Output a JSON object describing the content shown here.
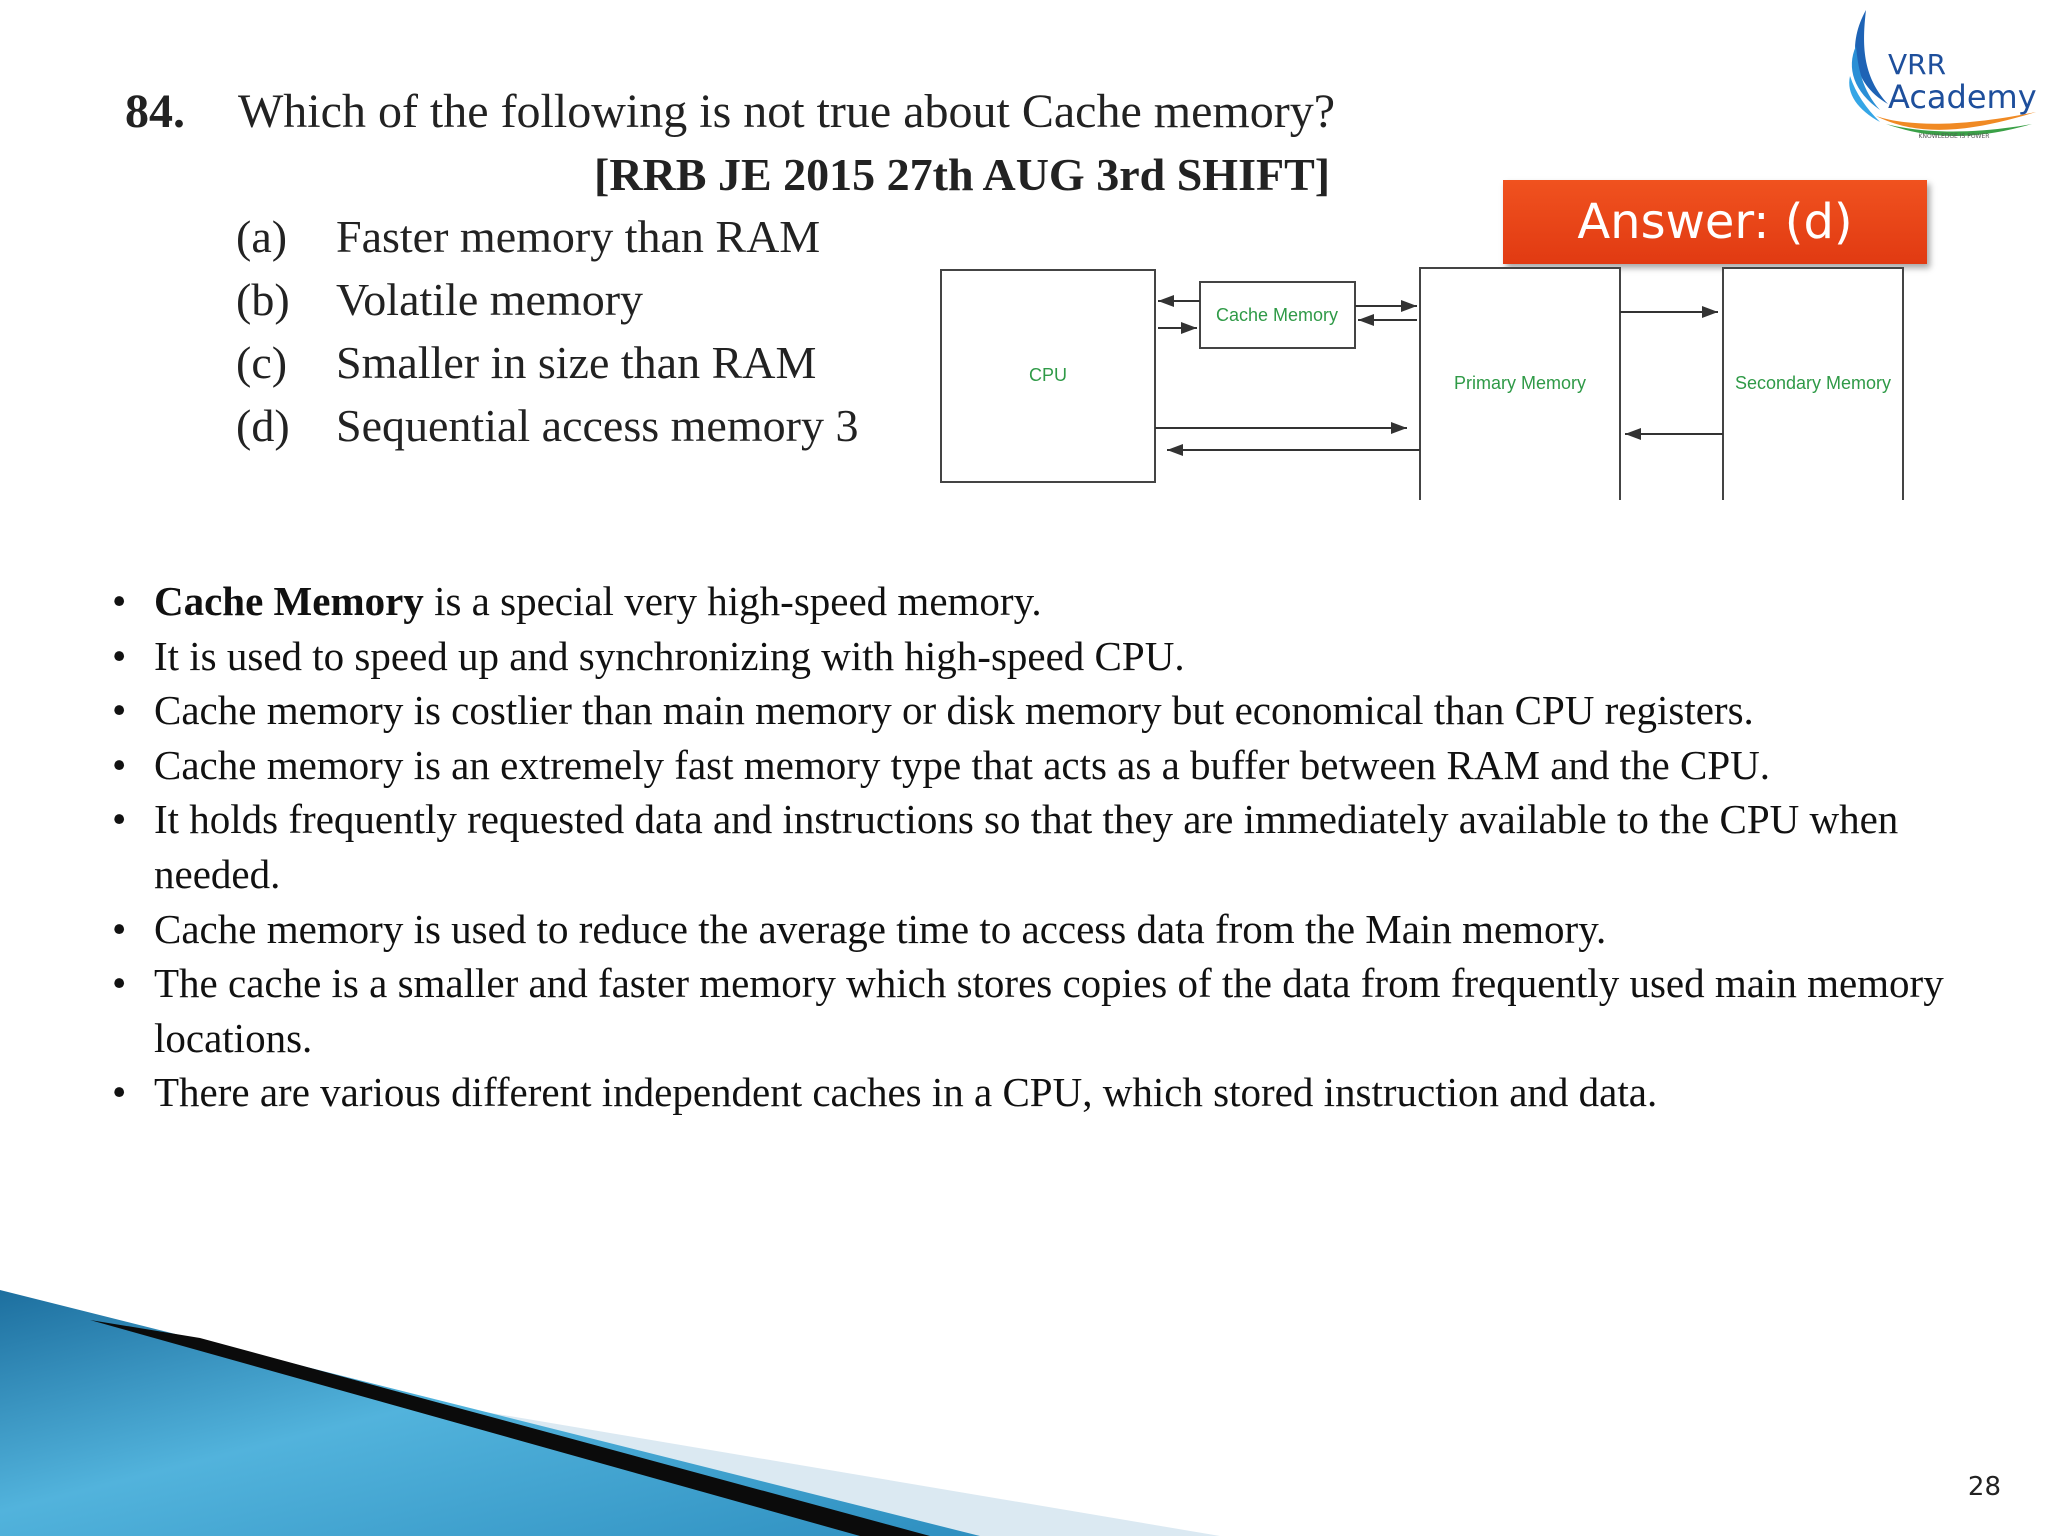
{
  "question": {
    "number": "84.",
    "text": "Which of the following is not true about Cache memory?",
    "source": "[RRB JE 2015 27th AUG 3rd SHIFT]",
    "options": [
      {
        "label": "(a)",
        "text": "Faster memory than RAM"
      },
      {
        "label": "(b)",
        "text": "Volatile memory"
      },
      {
        "label": "(c)",
        "text": "Smaller in size than RAM"
      },
      {
        "label": "(d)",
        "text": "Sequential access memory 3"
      }
    ]
  },
  "answer": "Answer: (d)",
  "diagram": {
    "cpu": "CPU",
    "cache": "Cache Memory",
    "primary": "Primary Memory",
    "secondary": "Secondary Memory"
  },
  "logo": {
    "line1": "VRR",
    "line2": "Academy",
    "tagline": "KNOWLEDGE IS POWER"
  },
  "bullets": [
    {
      "bold": "Cache Memory",
      "text": " is a special very high-speed memory."
    },
    {
      "bold": "",
      "text": "It is used to speed up and synchronizing with high-speed CPU."
    },
    {
      "bold": "",
      "text": "Cache memory is costlier than main memory or disk memory but economical than CPU registers."
    },
    {
      "bold": "",
      "text": "Cache memory is an extremely fast memory type that acts as a buffer between RAM and the CPU."
    },
    {
      "bold": "",
      "text": "It holds frequently requested data and instructions so that they are immediately available to the CPU when needed."
    },
    {
      "bold": "",
      "text": "Cache memory is used to reduce the average time to access data from the Main memory."
    },
    {
      "bold": "",
      "text": "The cache is a smaller and faster memory which stores copies of the data from frequently used main memory locations."
    },
    {
      "bold": "",
      "text": "There are various different independent caches in a CPU, which stored instruction and data."
    }
  ],
  "page_number": "28",
  "colors": {
    "answer_bg": "#e8461a",
    "diagram_label": "#2f9a47",
    "decor_blue": "#2f93c4"
  }
}
